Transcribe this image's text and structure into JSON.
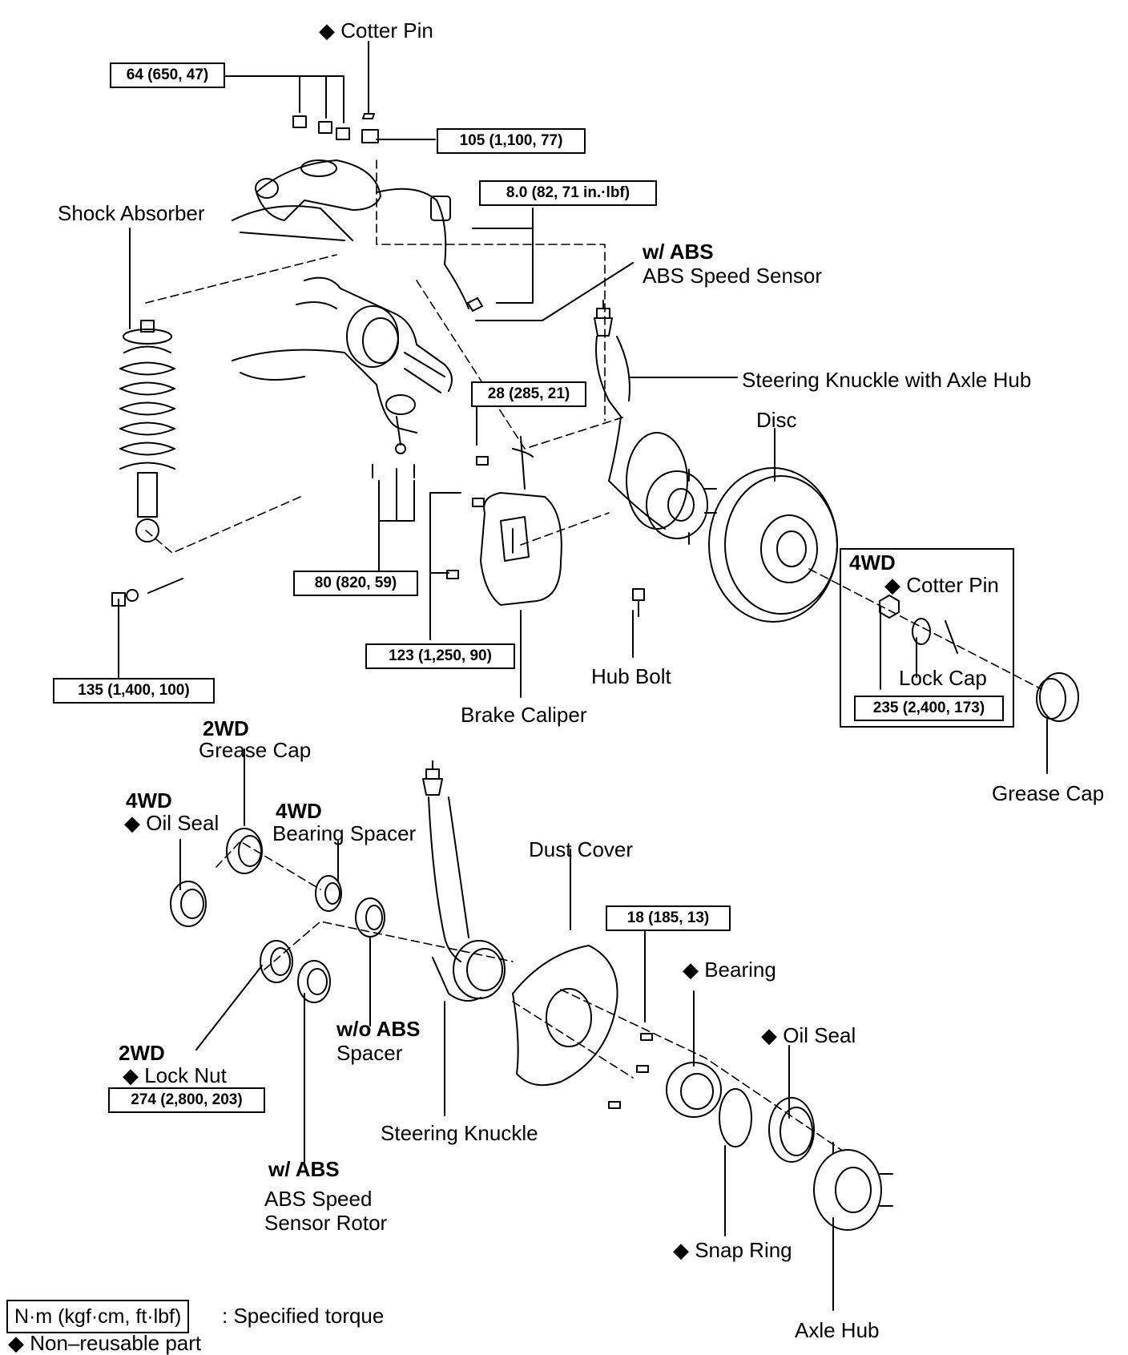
{
  "labels": {
    "cotter_pin_top": "◆ Cotter Pin",
    "shock_absorber": "Shock Absorber",
    "w_abs_1": "w/ ABS",
    "abs_speed_sensor": "ABS Speed Sensor",
    "steering_knuckle_axle_hub": "Steering Knuckle with Axle Hub",
    "disc": "Disc",
    "fwd_box_title": "4WD",
    "cotter_pin_4wd": "◆ Cotter Pin",
    "lock_cap": "Lock Cap",
    "hub_bolt": "Hub Bolt",
    "brake_caliper": "Brake Caliper",
    "grease_cap_right": "Grease Cap",
    "twowd_1": "2WD",
    "grease_cap_left": "Grease Cap",
    "fourwd_oil": "4WD",
    "oil_seal_left": "◆ Oil Seal",
    "fourwd_bearing": "4WD",
    "bearing_spacer": "Bearing Spacer",
    "dust_cover": "Dust Cover",
    "bearing": "◆ Bearing",
    "oil_seal_right": "◆ Oil Seal",
    "wo_abs": "w/o ABS",
    "spacer": "Spacer",
    "twowd_2": "2WD",
    "lock_nut": "◆ Lock Nut",
    "steering_knuckle": "Steering Knuckle",
    "w_abs_2": "w/ ABS",
    "abs_rotor_1": "ABS Speed",
    "abs_rotor_2": "Sensor Rotor",
    "snap_ring": "◆ Snap Ring",
    "axle_hub": "Axle Hub"
  },
  "torques": {
    "t64": "64 (650, 47)",
    "t105": "105 (1,100, 77)",
    "t8": "8.0 (82, 71 in.·lbf)",
    "t28": "28 (285, 21)",
    "t80": "80 (820, 59)",
    "t123": "123 (1,250, 90)",
    "t135": "135 (1,400, 100)",
    "t235": "235 (2,400, 173)",
    "t18": "18 (185, 13)",
    "t274": "274 (2,800, 203)"
  },
  "legend": {
    "torque_unit": "N·m (kgf·cm, ft·lbf)",
    "torque_desc": ": Specified torque",
    "nonreusable": "◆ Non–reusable part"
  }
}
